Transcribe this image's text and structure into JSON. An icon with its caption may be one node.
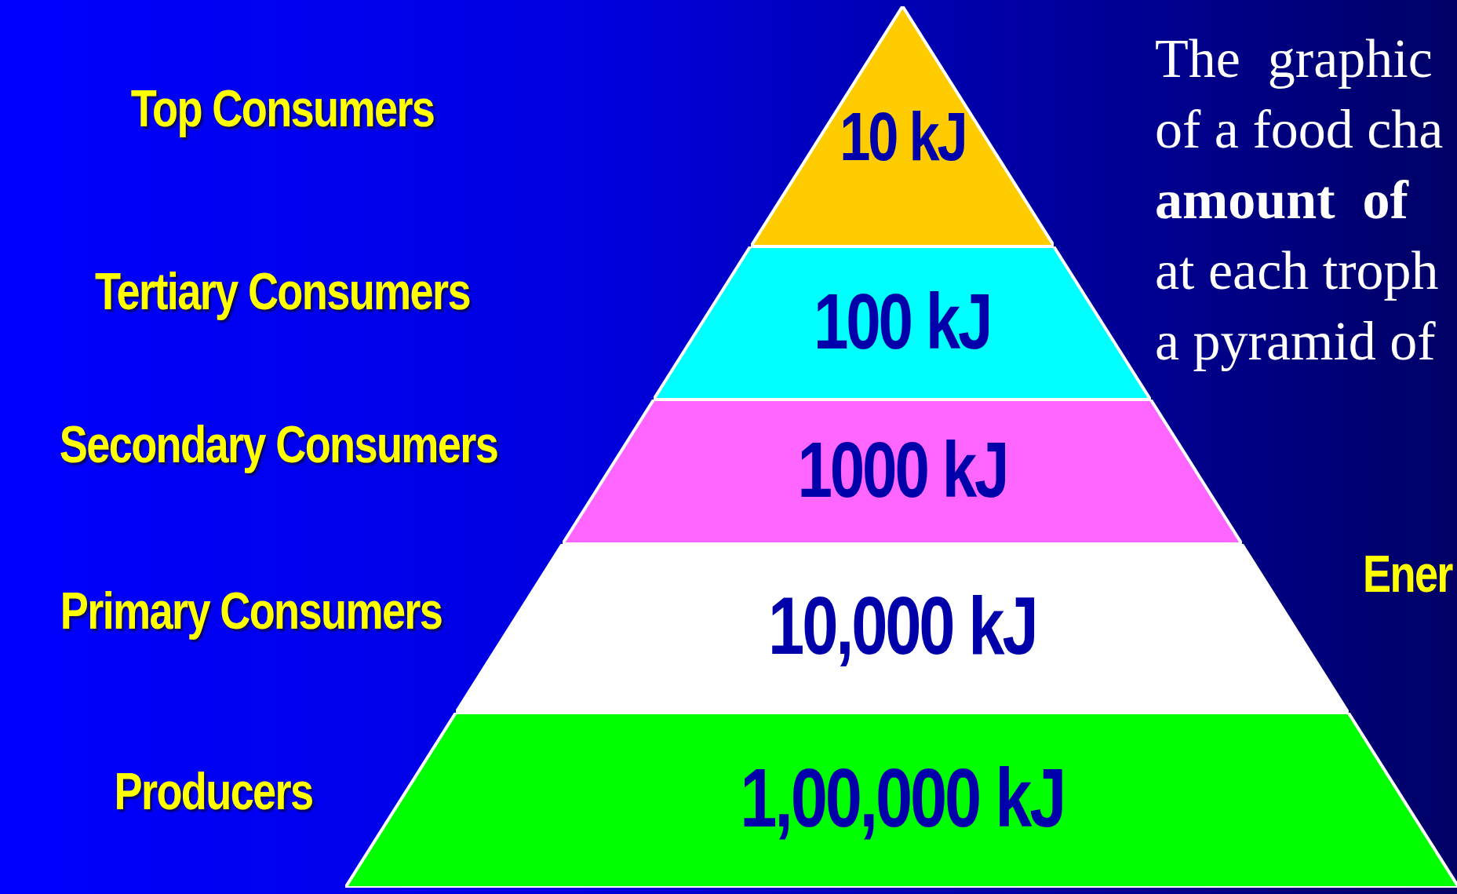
{
  "diagram": {
    "nodes": [
      {
        "text": [
          "10 kJ"
        ]
      },
      {
        "text": [
          "100 kJ"
        ]
      },
      {
        "text": [
          "1000 kJ"
        ]
      },
      {
        "text": [
          "10,000 kJ"
        ]
      },
      {
        "text": [
          "1,00,000 kJ"
        ]
      }
    ],
    "labels": [
      "Top Consumers",
      "Tertiary Consumers",
      "Secondary Consumers",
      "Primary Consumers",
      "Producers",
      "The  graphic",
      "of a food cha",
      "**amount  of**",
      "at each troph",
      "a pyramid of",
      "Ener"
    ]
  }
}
